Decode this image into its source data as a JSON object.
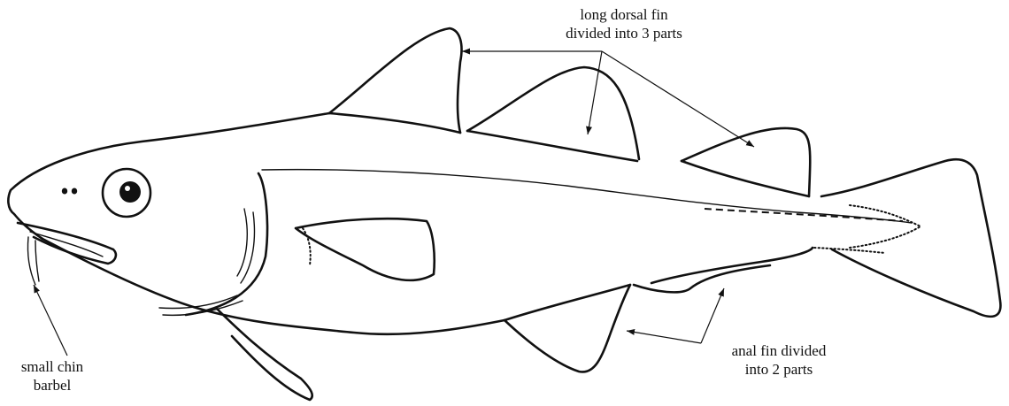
{
  "annotations": {
    "dorsal_fin": {
      "line1": "long dorsal fin",
      "line2": "divided into 3 parts"
    },
    "anal_fin": {
      "line1": "anal fin divided",
      "line2": "into 2 parts"
    },
    "chin_barbel": {
      "line1": "small chin",
      "line2": "barbel"
    }
  },
  "colors": {
    "ink": "#111111",
    "background": "#ffffff"
  }
}
